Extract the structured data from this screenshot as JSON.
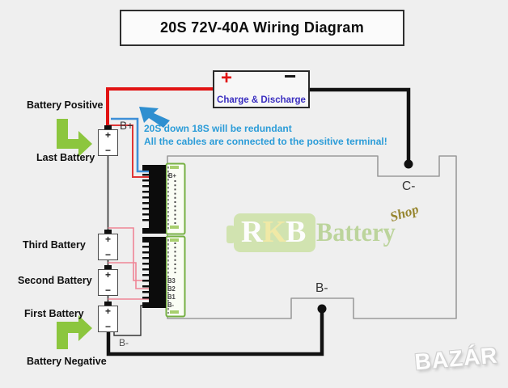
{
  "title": "20S 72V-40A Wiring Diagram",
  "charge_box": {
    "plus_symbol": "+",
    "minus_symbol": "−",
    "label": "Charge & Discharge"
  },
  "notes": {
    "line1": "20S down 18S will be redundant",
    "line2": "All the cables are connected to the positive terminal!"
  },
  "side_labels": {
    "battery_positive": "Battery Positive",
    "last_battery": "Last Battery",
    "third_battery": "Third Battery",
    "second_battery": "Second Battery",
    "first_battery": "First Battery",
    "battery_negative": "Battery Negative",
    "b_plus": "B+",
    "b_minus": "B-"
  },
  "battery_symbol": {
    "plus": "+",
    "minus": "−"
  },
  "board": {
    "c_minus_label": "C-",
    "b_minus_label": "B-"
  },
  "connector": {
    "top_label": "B+",
    "pin_labels": [
      "B3",
      "B2",
      "B1",
      "B-"
    ]
  },
  "logo": {
    "letter_r": "R",
    "letter_k": "K",
    "letter_b": "B",
    "word_battery": "Battery",
    "word_shop": "Shop"
  },
  "watermark": "BAZÁR",
  "colors": {
    "background": "#efefef",
    "wire_red": "#e11212",
    "wire_black": "#111111",
    "wire_blue": "#3e8fd8",
    "wire_pink": "#ef8596",
    "sense_red": "#e03535",
    "note_blue": "#2b9cd8",
    "charge_label_blue": "#3a2ec0",
    "arrow_green": "#8cc63e",
    "connector_green": "#76b043",
    "logo_green": "#cfe3ab"
  }
}
